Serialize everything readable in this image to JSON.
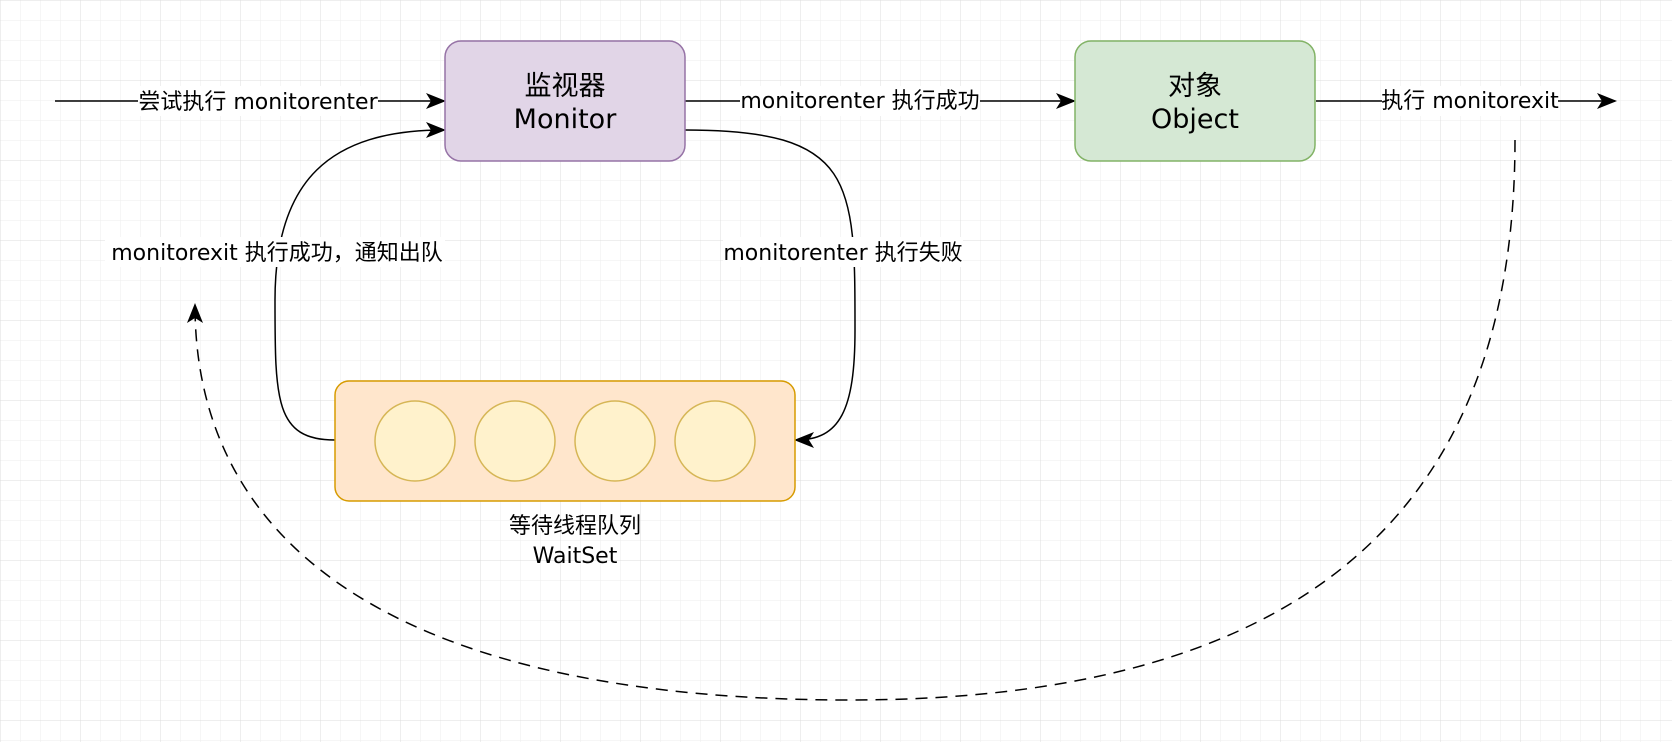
{
  "nodes": {
    "monitor": {
      "line1": "监视器",
      "line2": "Monitor"
    },
    "object": {
      "line1": "对象",
      "line2": "Object"
    },
    "waitset": {
      "line1": "等待线程队列",
      "line2": "WaitSet"
    }
  },
  "edges": {
    "try_enter": "尝试执行 monitorenter",
    "enter_success": "monitorenter 执行成功",
    "exit": "执行 monitorexit",
    "exit_success_notify": "monitorexit 执行成功，通知出队",
    "enter_fail": "monitorenter 执行失败"
  },
  "colors": {
    "monitor_fill": "#e1d5e7",
    "monitor_stroke": "#9673a6",
    "object_fill": "#d5e8d4",
    "object_stroke": "#82b366",
    "waitset_fill": "#ffe6cc",
    "waitset_stroke": "#d79b00",
    "thread_fill": "#fff2cc",
    "thread_stroke": "#d6b656",
    "grid": "#e6e6e6"
  }
}
